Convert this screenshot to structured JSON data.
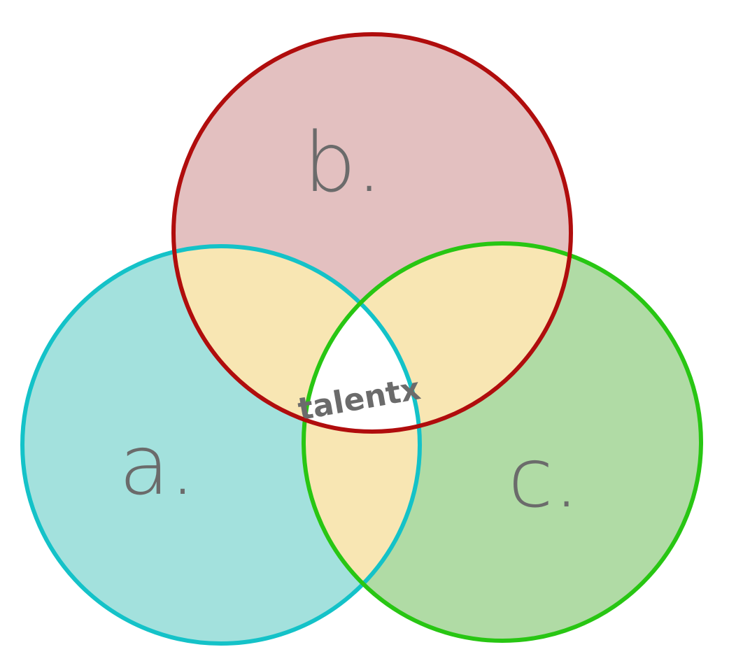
{
  "sets": [
    {
      "id": "a",
      "label": "a.",
      "stroke": "#14c2c8",
      "fill": "#a3e1dd"
    },
    {
      "id": "b",
      "label": "b.",
      "stroke": "#b00d0d",
      "fill": "#e3c0c0"
    },
    {
      "id": "c",
      "label": "c.",
      "stroke": "#28c613",
      "fill": "#b0dba5"
    }
  ],
  "pair_overlap_fill": "#f8e6b3",
  "center": {
    "label": "talentx",
    "fill": "#ffffff"
  },
  "text_color": "#6b6b6b"
}
